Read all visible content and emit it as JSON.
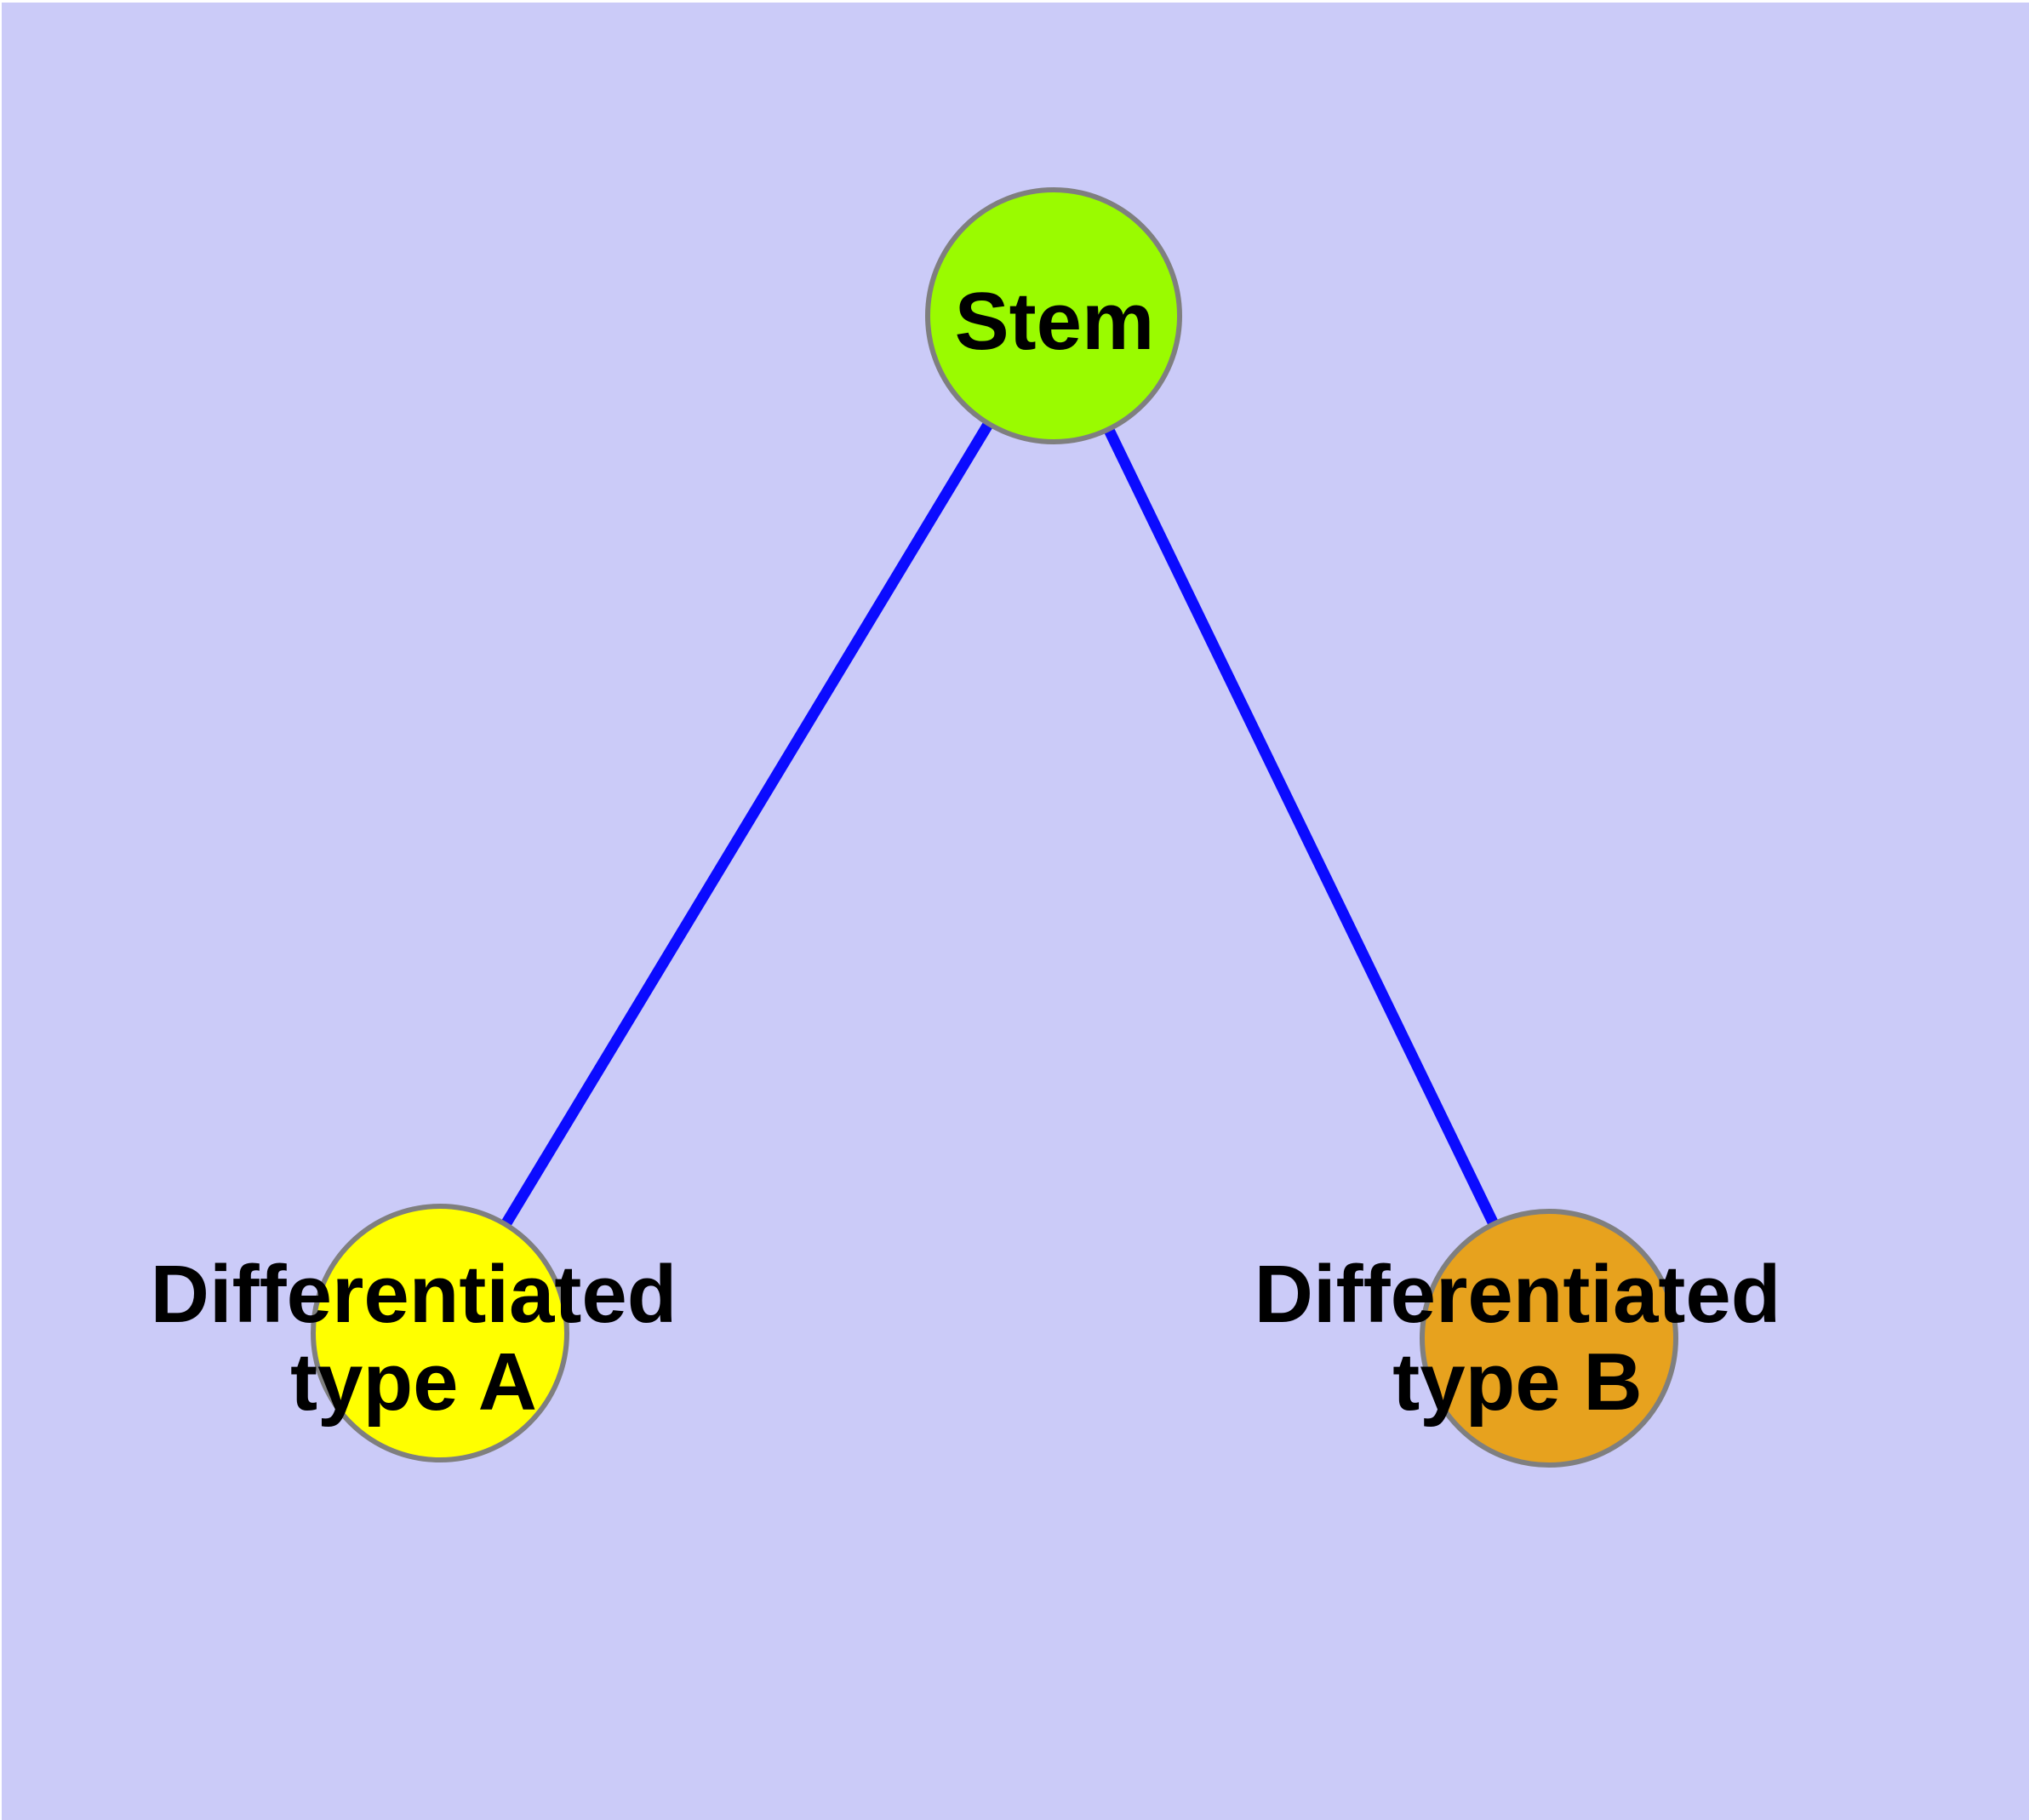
{
  "diagram": {
    "title": "",
    "background_color": "#cbcbf8",
    "page_margin_color": "#ffffff",
    "edge_color": "#0b0bff",
    "node_border_color": "#7f7f7f",
    "text_color": "#000000",
    "nodes": [
      {
        "id": "stem",
        "fill": "#9afb00",
        "lines": [
          "Stem"
        ]
      },
      {
        "id": "typeA",
        "fill": "#ffff00",
        "lines": [
          "Differentiated",
          "type A"
        ]
      },
      {
        "id": "typeB",
        "fill": "#e7a21e",
        "lines": [
          "Differentiated",
          "type B"
        ]
      }
    ],
    "edges": [
      {
        "from": "stem",
        "to": "typeA"
      },
      {
        "from": "stem",
        "to": "typeB"
      }
    ]
  }
}
